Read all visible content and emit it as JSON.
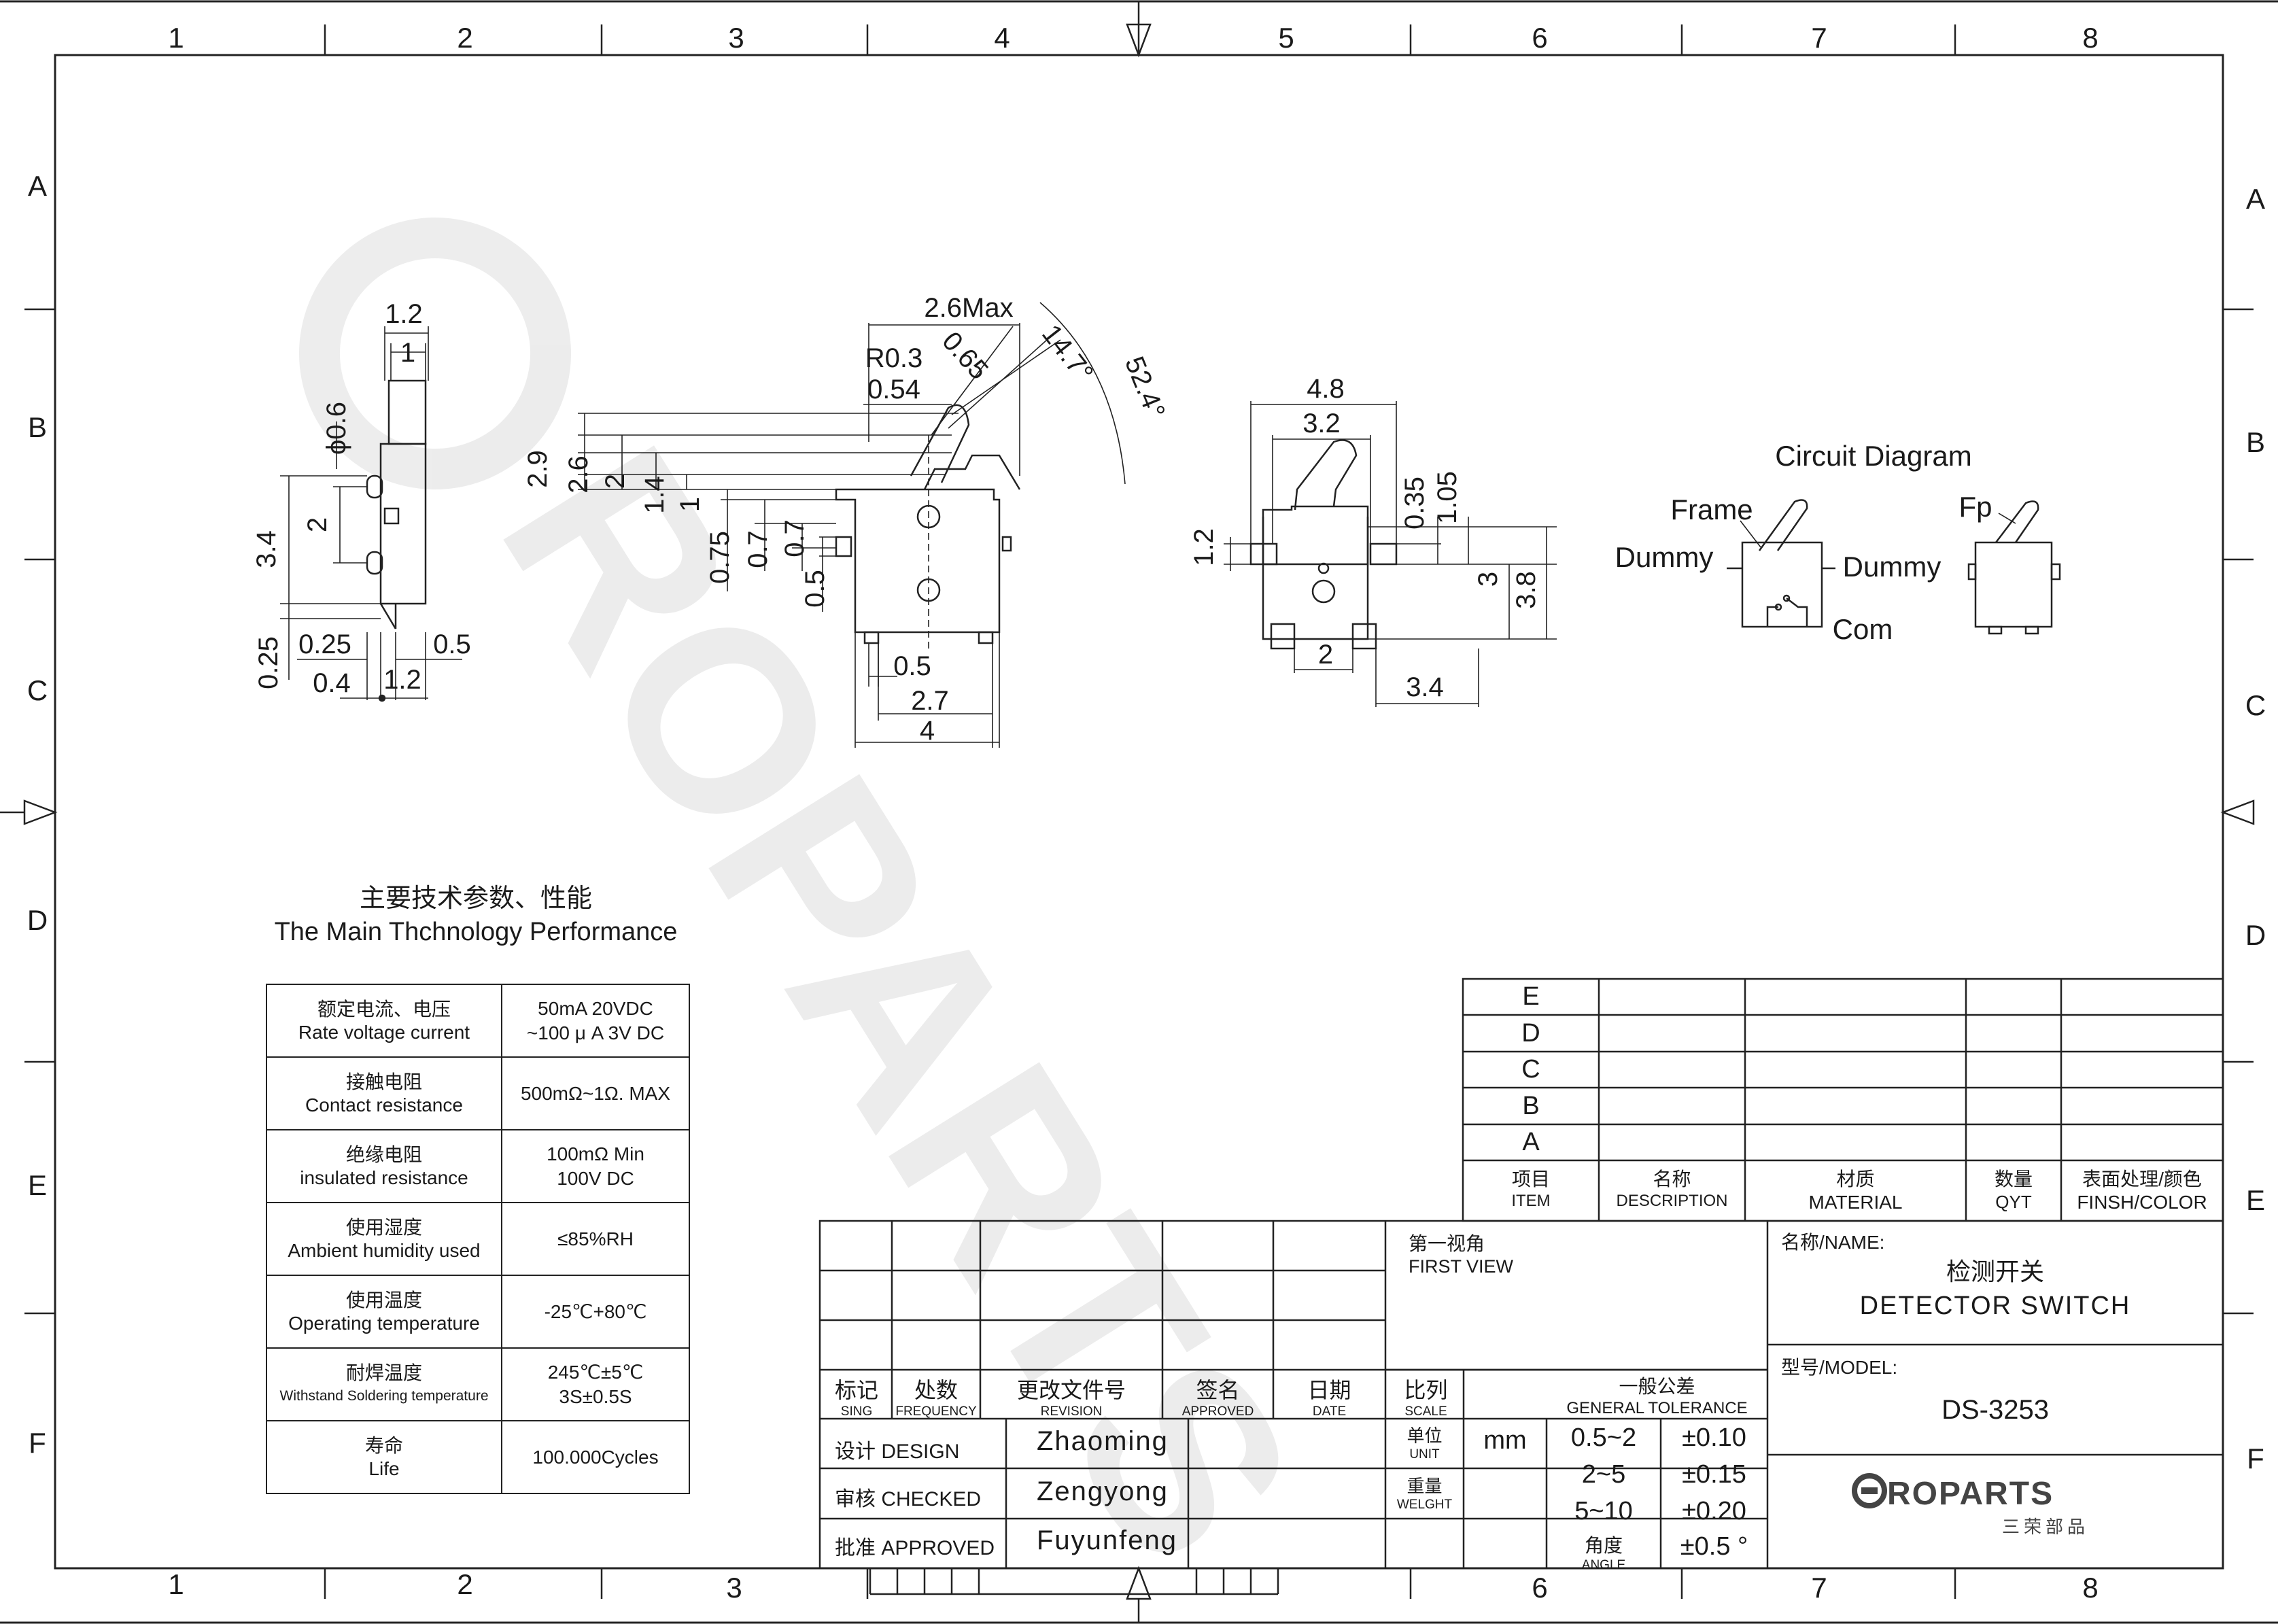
{
  "frame": {
    "col_labels": [
      "1",
      "2",
      "3",
      "4",
      "5",
      "6",
      "7",
      "8"
    ],
    "row_labels": [
      "A",
      "B",
      "C",
      "D",
      "E",
      "F"
    ]
  },
  "views": {
    "side": {
      "dims": [
        "1.2",
        "1",
        "ϕ0.6",
        "2",
        "3.4",
        "0.25",
        "0.25",
        "0.5",
        "0.4",
        "1.2"
      ]
    },
    "front": {
      "dims": [
        "2.6Max",
        "R0.3",
        "0.65",
        "14.7°",
        "52.4°",
        "0.54",
        "2.9",
        "2.6",
        "2",
        "1.4",
        "1",
        "0.75",
        "0.7",
        "0.7",
        "0.5",
        "0.5",
        "2.7",
        "4"
      ]
    },
    "top": {
      "dims": [
        "4.8",
        "3.2",
        "0.35",
        "1.05",
        "1.2",
        "3",
        "3.8",
        "2",
        "3.4"
      ]
    }
  },
  "circuit": {
    "title": "Circuit  Diagram",
    "frame": "Frame",
    "dummy_left": "Dummy",
    "dummy_right": "Dummy",
    "com": "Com",
    "fp": "Fp"
  },
  "performance": {
    "title_cn": "主要技术参数、性能",
    "title_en": "The Main Thchnology Performance",
    "rows": [
      {
        "cn": "额定电流、电压",
        "en": "Rate voltage current",
        "v1": "50mA   20VDC",
        "v2": "~100 μ A 3V DC"
      },
      {
        "cn": "接触电阻",
        "en": "Contact resistance",
        "v1": "500mΩ~1Ω. MAX",
        "v2": ""
      },
      {
        "cn": "绝缘电阻",
        "en": "insulated resistance",
        "v1": "100mΩ  Min",
        "v2": "100V DC"
      },
      {
        "cn": "使用湿度",
        "en": "Ambient humidity used",
        "v1": "≤85%RH",
        "v2": ""
      },
      {
        "cn": "使用温度",
        "en": "Operating temperature",
        "v1": "-25℃+80℃",
        "v2": ""
      },
      {
        "cn": "耐焊温度",
        "en": "Withstand Soldering temperature",
        "v1": "245℃±5℃",
        "v2": "3S±0.5S"
      },
      {
        "cn": "寿命",
        "en": "Life",
        "v1": "100.000Cycles",
        "v2": ""
      }
    ]
  },
  "bom": {
    "rev_letters": [
      "E",
      "D",
      "C",
      "B",
      "A"
    ],
    "headers": [
      {
        "cn": "项目",
        "en": "ITEM"
      },
      {
        "cn": "名称",
        "en": "DESCRIPTION"
      },
      {
        "cn": "材质",
        "en": "MATERIAL"
      },
      {
        "cn": "数量",
        "en": "QYT"
      },
      {
        "cn": "表面处理/颜色",
        "en": "FINSH/COLOR"
      }
    ]
  },
  "title_block": {
    "view_cn": "第一视角",
    "view_en": "FIRST VIEW",
    "name_label": "名称/NAME:",
    "name_cn": "检测开关",
    "name_en": "DETECTOR  SWITCH",
    "model_label": "型号/MODEL:",
    "model": "DS-3253",
    "rev_headers": [
      {
        "cn": "标记",
        "en": "SING"
      },
      {
        "cn": "处数",
        "en": "FREQUENCY"
      },
      {
        "cn": "更改文件号",
        "en": "REVISION"
      },
      {
        "cn": "签名",
        "en": "APPROVED"
      },
      {
        "cn": "日期",
        "en": "DATE"
      }
    ],
    "scale_cn": "比列",
    "scale_en": "SCALE",
    "tolerance_cn": "一般公差",
    "tolerance_en": "GENERAL TOLERANCE",
    "unit_cn": "单位",
    "unit_en": "UNIT",
    "unit": "mm",
    "weight_cn": "重量",
    "weight_en": "WELGHT",
    "angle_cn": "角度",
    "angle_en": "ANGLE",
    "tolerances": [
      {
        "range": "0.5~2",
        "tol": "±0.10"
      },
      {
        "range": "2~5",
        "tol": "±0.15"
      },
      {
        "range": "5~10",
        "tol": "±0.20"
      }
    ],
    "angle_tol": "±0.5 °",
    "design_label": "设计 DESIGN",
    "design": "Zhaoming",
    "checked_label": "审核 CHECKED",
    "checked": "Zengyong",
    "approved_label": "批准 APPROVED",
    "approved": "Fuyunfeng",
    "logo_text": "ROPARTS",
    "logo_sub": "三荣部品"
  }
}
